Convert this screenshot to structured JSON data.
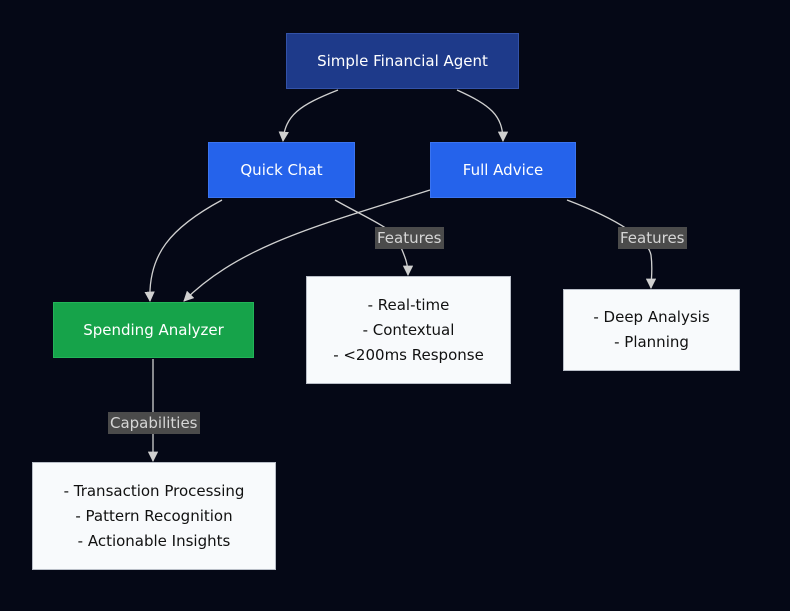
{
  "nodes": {
    "root": "Simple Financial Agent",
    "quick_chat": "Quick Chat",
    "full_advice": "Full Advice",
    "spending_analyzer": "Spending Analyzer",
    "quick_features": "- Real-time\n- Contextual\n- <200ms Response",
    "full_features": "- Deep Analysis\n- Planning",
    "capabilities": "- Transaction Processing\n- Pattern Recognition\n- Actionable Insights"
  },
  "edge_labels": {
    "quick_features": "Features",
    "full_features": "Features",
    "capabilities": "Capabilities"
  },
  "colors": {
    "background": "#050816",
    "root": "#1e3a8a",
    "mode": "#2563eb",
    "analyzer": "#16a34a",
    "detail": "#f8fafc",
    "edge": "#d0d0d0"
  }
}
